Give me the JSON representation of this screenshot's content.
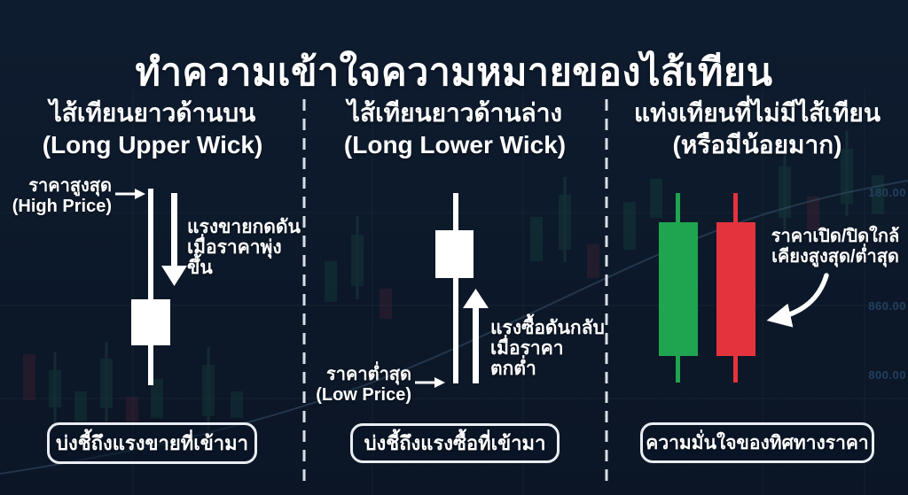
{
  "title": "ทำความเข้าใจความหมายของไส้เทียน",
  "colors": {
    "background": "#0d1a2b",
    "bullish": "#1fa54f",
    "bearish": "#e5333d",
    "candle": "#ffffff",
    "divider": "#e4e9f0"
  },
  "background": {
    "price_labels": [
      "180.00",
      "860.00",
      "800.00"
    ]
  },
  "columns": [
    {
      "heading_line1": "ไส้เทียนยาวด้านบน",
      "heading_line2": "(Long Upper Wick)",
      "pointer_label_line1": "ราคาสูงสุด",
      "pointer_label_line2": "(High Price)",
      "force_line1": "แรงขายกดดัน",
      "force_line2": "เมื่อราคาพุ่งขึ้น",
      "footer": "บ่งชี้ถึงแรงขายที่เข้ามา"
    },
    {
      "heading_line1": "ไส้เทียนยาวด้านล่าง",
      "heading_line2": "(Long Lower Wick)",
      "pointer_label_line1": "ราคาต่ำสุด",
      "pointer_label_line2": "(Low Price)",
      "force_line1": "แรงซื้อดันกลับ",
      "force_line2": "เมื่อราคาตกต่ำ",
      "footer": "บ่งชี้ถึงแรงซื้อที่เข้ามา"
    },
    {
      "heading_line1": "แท่งเทียนที่ไม่มีไส้เทียน",
      "heading_line2": "(หรือมีน้อยมาก)",
      "note_line1": "ราคาเปิด/ปิดใกล้",
      "note_line2": "เคียงสูงสุด/ต่ำสุด",
      "footer": "ความมั่นใจของทิศทางราคา"
    }
  ]
}
